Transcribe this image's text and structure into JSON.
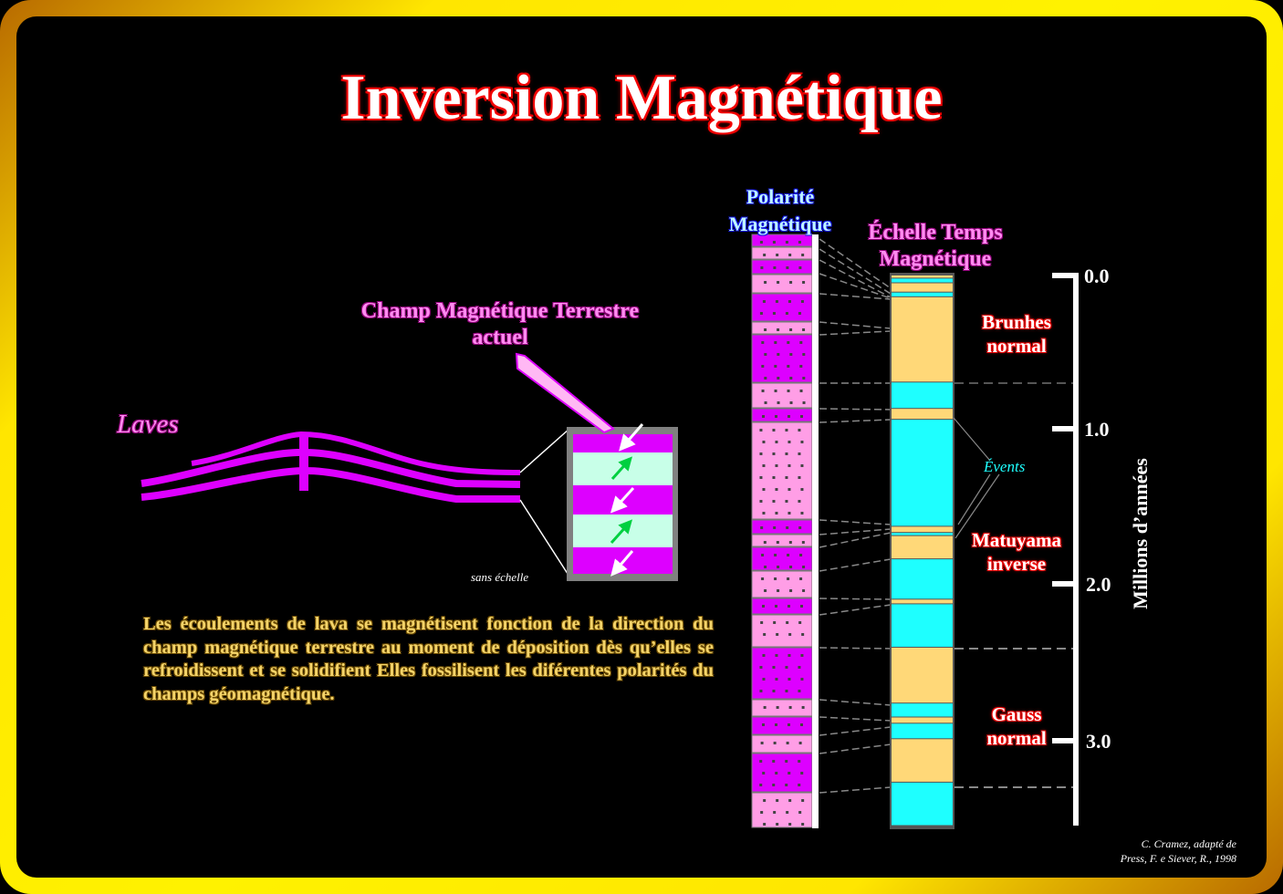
{
  "title": "Inversion Magnétique",
  "labels": {
    "laves": "Laves",
    "champ_line1": "Champ Magnétique Terrestre",
    "champ_line2": "actuel",
    "sans_echelle": "sans échelle",
    "polarite_line1": "Polarité",
    "polarite_line2": "Magnétique",
    "echelle_line1": "Échelle Temps",
    "echelle_line2": "Magnétique",
    "events": "Évents",
    "axis_label": "Millions d’années"
  },
  "epochs": [
    {
      "name": "Brunhes",
      "type": "normal"
    },
    {
      "name": "Matuyama",
      "type": "inverse"
    },
    {
      "name": "Gauss",
      "type": "normal"
    }
  ],
  "axis_ticks": [
    "0.0",
    "1.0",
    "2.0",
    "3.0"
  ],
  "paragraph": "Les écoulements de lava se magnétisent fonction de la direction du champ magnétique terrestre au moment de déposition dès qu’elles se refroidissent et se solidifient Elles fossilisent les diférentes polarités du champs géomagnétique.",
  "credit_line1": "C. Cramez, adapté de",
  "credit_line2": "Press, F. e Siever, R., 1998",
  "colors": {
    "normal": "#ffd878",
    "reverse": "#1effff",
    "lava": "#dd00ff",
    "lava_light": "#c8ffe8",
    "pink_layer": "#ff9ee6"
  },
  "time_scale_ma": {
    "range": [
      0,
      3.55
    ],
    "bands": [
      {
        "from": 0.0,
        "to": 0.02,
        "p": "N"
      },
      {
        "from": 0.02,
        "to": 0.05,
        "p": "R"
      },
      {
        "from": 0.05,
        "to": 0.11,
        "p": "N"
      },
      {
        "from": 0.11,
        "to": 0.14,
        "p": "R"
      },
      {
        "from": 0.14,
        "to": 0.69,
        "p": "N"
      },
      {
        "from": 0.69,
        "to": 0.86,
        "p": "R"
      },
      {
        "from": 0.86,
        "to": 0.93,
        "p": "N"
      },
      {
        "from": 0.93,
        "to": 1.62,
        "p": "R"
      },
      {
        "from": 1.62,
        "to": 1.66,
        "p": "N"
      },
      {
        "from": 1.66,
        "to": 1.68,
        "p": "R"
      },
      {
        "from": 1.68,
        "to": 1.83,
        "p": "N"
      },
      {
        "from": 1.83,
        "to": 2.09,
        "p": "R"
      },
      {
        "from": 2.09,
        "to": 2.12,
        "p": "N"
      },
      {
        "from": 2.12,
        "to": 2.4,
        "p": "R"
      },
      {
        "from": 2.4,
        "to": 2.76,
        "p": "N"
      },
      {
        "from": 2.76,
        "to": 2.85,
        "p": "R"
      },
      {
        "from": 2.85,
        "to": 2.89,
        "p": "N"
      },
      {
        "from": 2.89,
        "to": 2.99,
        "p": "R"
      },
      {
        "from": 2.99,
        "to": 3.27,
        "p": "N"
      },
      {
        "from": 3.27,
        "to": 3.55,
        "p": "R"
      }
    ]
  }
}
